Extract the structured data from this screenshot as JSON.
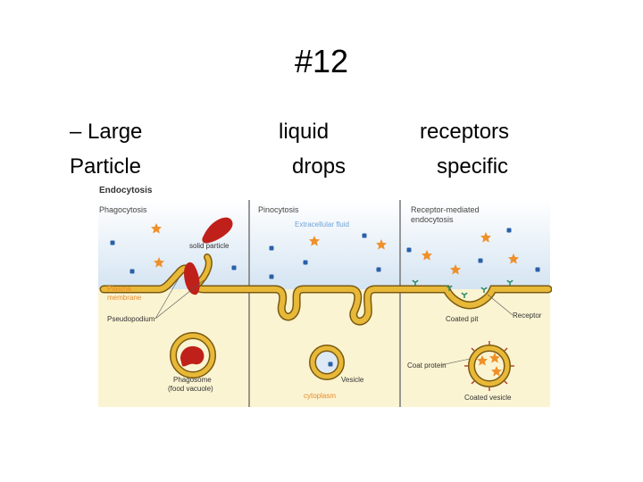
{
  "slide": {
    "title": "#12",
    "headings": [
      {
        "line1": "– Large",
        "line2": "Particle"
      },
      {
        "line1": "liquid",
        "line2": "drops"
      },
      {
        "line1": "receptors",
        "line2": "specific"
      }
    ]
  },
  "figure": {
    "title": "Endocytosis",
    "panels": [
      {
        "label": "Phagocytosis"
      },
      {
        "label": "Pinocytosis",
        "sublabel": "Extracellular fluid"
      },
      {
        "label_line1": "Receptor-mediated",
        "label_line2": "endocytosis"
      }
    ],
    "labels": {
      "solid_particle": "solid particle",
      "plasma_membrane_1": "Plasma",
      "plasma_membrane_2": "membrane",
      "pseudopodium": "Pseudopodium",
      "phagosome_1": "Phagosome",
      "phagosome_2": "(food vacuole)",
      "vesicle": "Vesicle",
      "cytoplasm": "cytoplasm",
      "coated_pit": "Coated pit",
      "receptor": "Receptor",
      "coat_protein": "Coat protein",
      "coated_vesicle": "Coated vesicle"
    },
    "colors": {
      "membrane": "#e8b838",
      "membrane_outline": "#7a5a10",
      "particle": "#c0201a",
      "star": "#f0902a",
      "dot": "#2a60a8",
      "fluid": "#dde9f4",
      "cytoplasm": "#fbf4d2",
      "receptor": "#2f8f6a",
      "orange_label": "#e88a2a",
      "blue_label": "#6fa3d6"
    }
  }
}
